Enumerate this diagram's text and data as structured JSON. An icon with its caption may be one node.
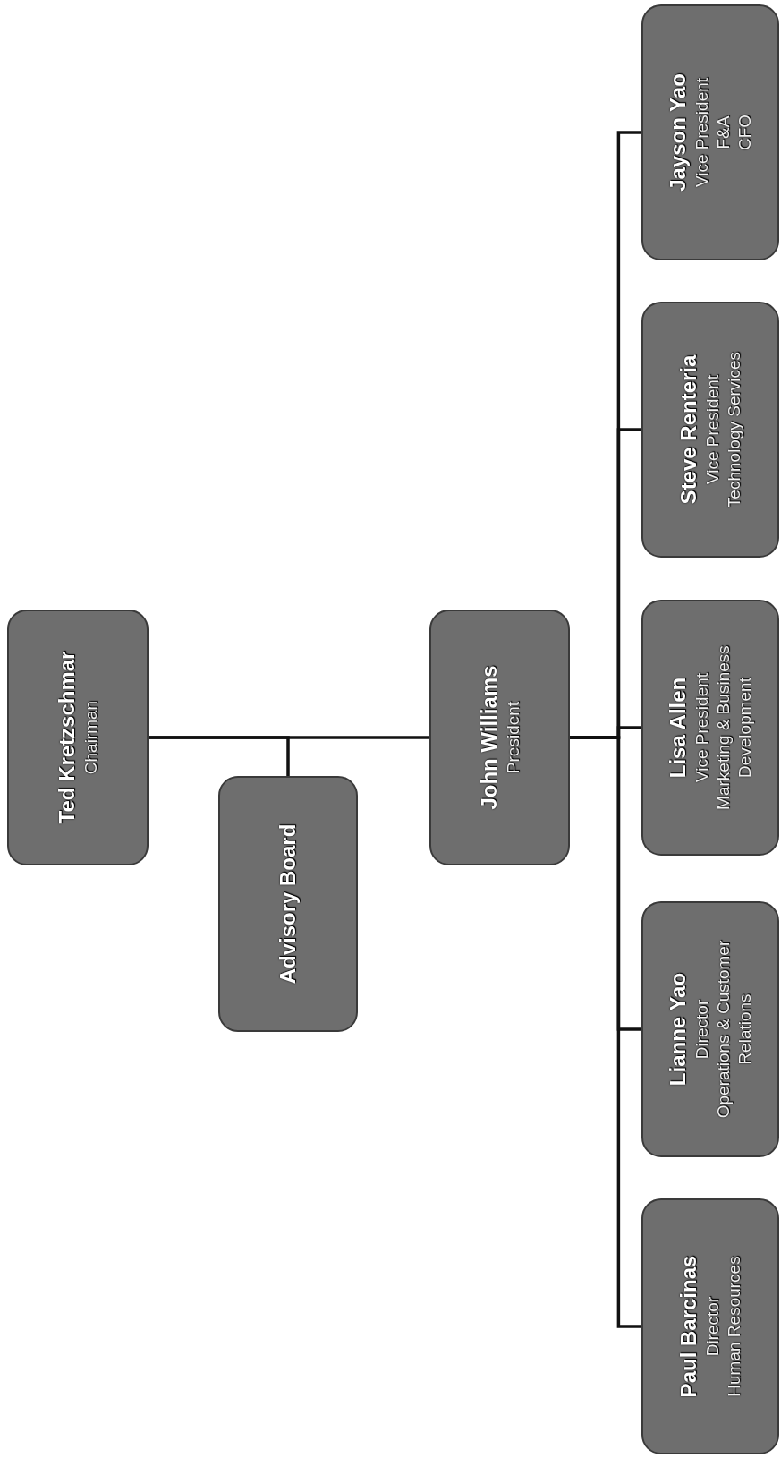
{
  "diagram": {
    "nodes": [
      {
        "text": [
          "Ted Kretzschmar",
          "Chairman"
        ]
      },
      {
        "text": [
          "Advisory Board"
        ]
      },
      {
        "text": [
          "John Williams",
          "President"
        ]
      },
      {
        "text": [
          "Paul Barcinas",
          "Director",
          "Human Resources"
        ]
      },
      {
        "text": [
          "Lianne Yao",
          "Director",
          "Operations & Customer Relations"
        ]
      },
      {
        "text": [
          "Lisa Allen",
          "Vice President",
          "Marketing & Business Development"
        ]
      },
      {
        "text": [
          "Steve Renteria",
          "Vice President",
          "Technology Services"
        ]
      },
      {
        "text": [
          "Jayson Yao",
          "Vice President",
          "F&A",
          "CFO"
        ]
      }
    ],
    "edges": [
      {
        "from": 0,
        "to": 2,
        "arrow": "none"
      },
      {
        "from": 0,
        "to": 1,
        "arrow": "none"
      },
      {
        "from": 2,
        "to": 3,
        "arrow": "none"
      },
      {
        "from": 2,
        "to": 4,
        "arrow": "none"
      },
      {
        "from": 2,
        "to": 5,
        "arrow": "none"
      },
      {
        "from": 2,
        "to": 6,
        "arrow": "none"
      },
      {
        "from": 2,
        "to": 7,
        "arrow": "none"
      }
    ]
  }
}
